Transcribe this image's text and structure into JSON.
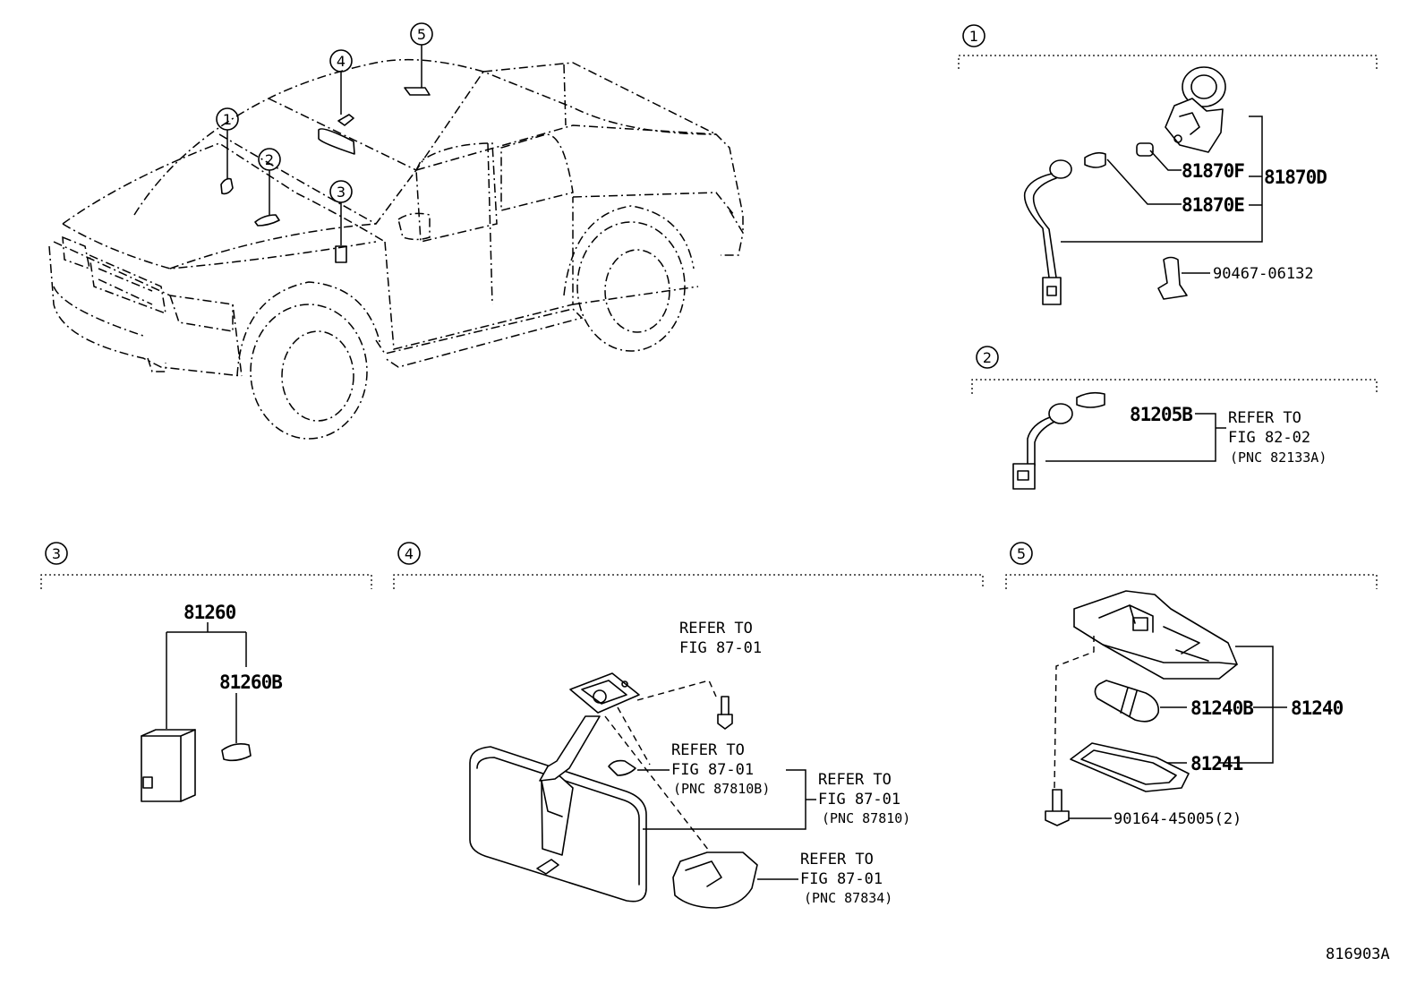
{
  "callouts": {
    "c1": "1",
    "c2": "2",
    "c3": "3",
    "c4": "4",
    "c5": "5"
  },
  "section1": {
    "number": "1",
    "parts": {
      "p1": "81870F",
      "p2": "81870D",
      "p3": "81870E",
      "p4": "90467-06132"
    }
  },
  "section2": {
    "number": "2",
    "parts": {
      "p1": "81205B"
    },
    "refer": {
      "l1": "REFER TO",
      "l2": "FIG 82-02",
      "l3": "(PNC 82133A)"
    }
  },
  "section3": {
    "number": "3",
    "parts": {
      "p1": "81260",
      "p2": "81260B"
    }
  },
  "section4": {
    "number": "4",
    "refer_a": {
      "l1": "REFER TO",
      "l2": "FIG 87-01"
    },
    "refer_b": {
      "l1": "REFER TO",
      "l2": "FIG 87-01",
      "l3": "(PNC 87810B)"
    },
    "refer_c": {
      "l1": "REFER TO",
      "l2": "FIG 87-01",
      "l3": "(PNC 87810)"
    },
    "refer_d": {
      "l1": "REFER TO",
      "l2": "FIG 87-01",
      "l3": "(PNC 87834)"
    }
  },
  "section5": {
    "number": "5",
    "parts": {
      "p1": "81240B",
      "p2": "81240",
      "p3": "81241",
      "p4": "90164-45005(2)"
    }
  },
  "figure_id": "816903A"
}
